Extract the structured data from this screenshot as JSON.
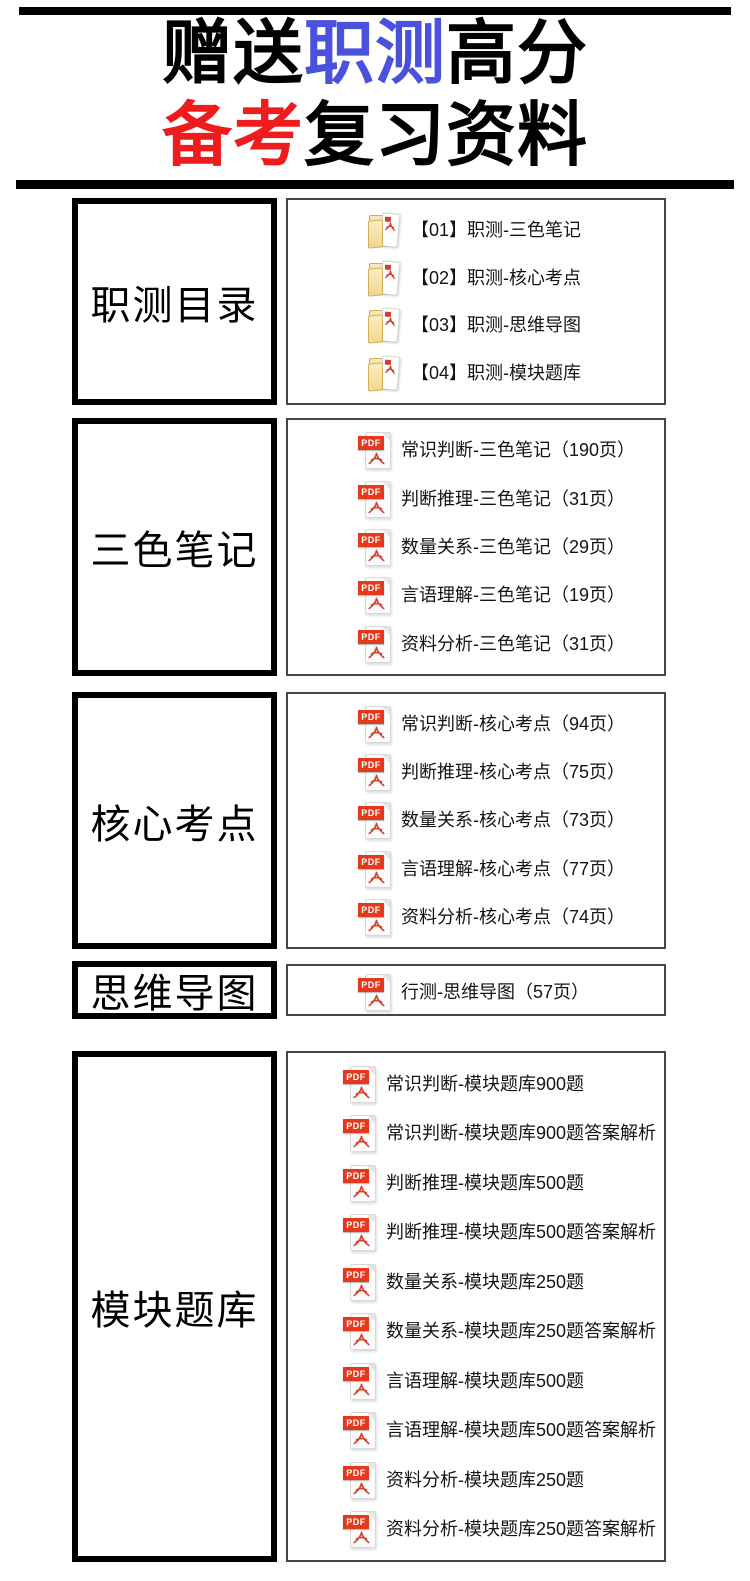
{
  "title": {
    "line1": {
      "seg1": "赠送",
      "seg2": "职测",
      "seg3": "高分"
    },
    "line2": {
      "seg1": "备考",
      "seg2": "复习资料"
    }
  },
  "colors": {
    "accent_blue": "#4a52dd",
    "accent_red": "#ee1c1c",
    "text_black": "#000000",
    "pdf_banner_red": "#e5391d",
    "folder_yellow": "#f0d78e"
  },
  "icons": {
    "pdf_label": "PDF"
  },
  "sections": [
    {
      "label": "职测目录",
      "icon": "pdf-folder",
      "items": [
        "【01】职测-三色笔记",
        "【02】职测-核心考点",
        "【03】职测-思维导图",
        "【04】职测-模块题库"
      ]
    },
    {
      "label": "三色笔记",
      "icon": "pdf-file",
      "items": [
        "常识判断-三色笔记（190页）",
        "判断推理-三色笔记（31页）",
        "数量关系-三色笔记（29页）",
        "言语理解-三色笔记（19页）",
        "资料分析-三色笔记（31页）"
      ]
    },
    {
      "label": "核心考点",
      "icon": "pdf-file",
      "items": [
        "常识判断-核心考点（94页）",
        "判断推理-核心考点（75页）",
        "数量关系-核心考点（73页）",
        "言语理解-核心考点（77页）",
        "资料分析-核心考点（74页）"
      ]
    },
    {
      "label": "思维导图",
      "icon": "pdf-file",
      "items": [
        "行测-思维导图（57页）"
      ]
    },
    {
      "label": "模块题库",
      "icon": "pdf-file",
      "items": [
        "常识判断-模块题库900题",
        "常识判断-模块题库900题答案解析",
        "判断推理-模块题库500题",
        "判断推理-模块题库500题答案解析",
        "数量关系-模块题库250题",
        "数量关系-模块题库250题答案解析",
        "言语理解-模块题库500题",
        "言语理解-模块题库500题答案解析",
        "资料分析-模块题库250题",
        "资料分析-模块题库250题答案解析"
      ]
    }
  ]
}
